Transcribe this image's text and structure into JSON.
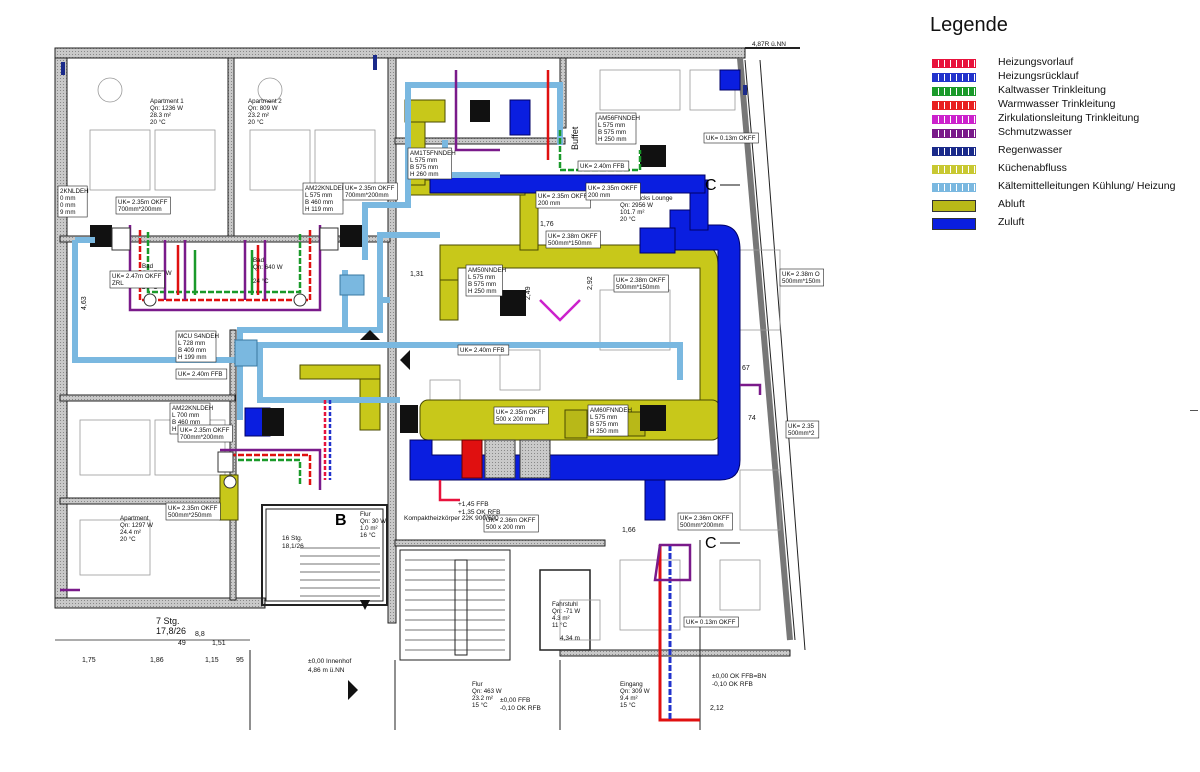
{
  "legend": {
    "title": "Legende",
    "items": [
      {
        "label": "Heizungsvorlauf",
        "color": "#e8123c",
        "style": "dashed-line"
      },
      {
        "label": "Heizungsrücklauf",
        "color": "#2233cc",
        "style": "dashed-line"
      },
      {
        "label": "Kaltwasser Trinkleitung",
        "color": "#1a9a2a",
        "style": "dashed-line"
      },
      {
        "label": "Warmwasser Trinkleitung",
        "color": "#e82020",
        "style": "dashed-line"
      },
      {
        "label": "Zirkulationsleitung Trinkleitung",
        "color": "#cc22cc",
        "style": "dashed-line"
      },
      {
        "label": "Schmutzwasser",
        "color": "#7a1a8a",
        "style": "dashed-line"
      },
      {
        "label": "Regenwasser",
        "color": "#1a2a8a",
        "style": "dashed-line"
      },
      {
        "label": "Küchenabfluss",
        "color": "#c8c832",
        "style": "dashed-line"
      },
      {
        "label": "Kältemittelleitungen Kühlung/ Heizung",
        "color": "#7ab8e0",
        "style": "dashed-line"
      },
      {
        "label": "Abluft",
        "color": "#b8b818",
        "style": "solid-block"
      },
      {
        "label": "Zuluft",
        "color": "#0a1ee0",
        "style": "solid-block"
      }
    ]
  },
  "plan": {
    "rooms": [
      {
        "id": "apt1",
        "lines": [
          "Apartment 1",
          "Qn: 1236 W",
          "28.3 m²",
          "20 °C"
        ]
      },
      {
        "id": "apt2",
        "lines": [
          "Apartment 2",
          "Qn: 809 W",
          "23.2 m²",
          "20 °C"
        ]
      },
      {
        "id": "apt3",
        "lines": [
          "Apartment",
          "Qn: 1297 W",
          "24.4 m²",
          "20 °C"
        ]
      },
      {
        "id": "lounge",
        "lines": [
          "Frühstücks Lounge",
          "Qn: 2956 W",
          "101.7 m²",
          "20 °C"
        ]
      },
      {
        "id": "flur1",
        "lines": [
          "Flur",
          "Qn: 30 W",
          "1.0 m²",
          "16 °C"
        ]
      },
      {
        "id": "flur2",
        "lines": [
          "Flur",
          "Qn: 463 W",
          "23.2 m²",
          "15 °C"
        ]
      },
      {
        "id": "fahrstuhl",
        "lines": [
          "Fahrstuhl",
          "Qn: -71 W",
          "4.3 m²",
          "11 °C"
        ]
      },
      {
        "id": "eingang",
        "lines": [
          "Eingang",
          "Qn: 309 W",
          "9.4 m²",
          "15 °C"
        ]
      },
      {
        "id": "bad1",
        "lines": [
          "Bad",
          "Qn: 733 W",
          "",
          "24 °C"
        ]
      },
      {
        "id": "bad2",
        "lines": [
          "Bad",
          "Qn: 640 W",
          "",
          "24 °C"
        ]
      }
    ],
    "units": [
      {
        "id": "am1",
        "lines": [
          "AM1T5FNNDEH",
          "L 575 mm",
          "B 575 mm",
          "H 260 mm"
        ]
      },
      {
        "id": "am2",
        "lines": [
          "AM22KNLDEH",
          "L 575 mm",
          "B 460 mm",
          "H 119 mm"
        ]
      },
      {
        "id": "am3",
        "lines": [
          "AM56FNNDEH",
          "L 575 mm",
          "B 575 mm",
          "H 250 mm"
        ]
      },
      {
        "id": "am4",
        "lines": [
          "AM50NNDEH",
          "L 575 mm",
          "B 575 mm",
          "H 250 mm"
        ]
      },
      {
        "id": "am5",
        "lines": [
          "AM60FNNDEH",
          "L 575 mm",
          "B 575 mm",
          "H 250 mm"
        ]
      },
      {
        "id": "am6",
        "lines": [
          "AM22KNLDEH",
          "L 700 mm",
          "B 460 mm",
          "H 119 mm"
        ]
      },
      {
        "id": "mcu",
        "lines": [
          "MCU S4NDEH",
          "L 728 mm",
          "B 409 mm",
          "H 199 mm"
        ]
      },
      {
        "id": "am7",
        "lines": [
          "2KNLDEH",
          "0 mm",
          "0 mm",
          "9 mm"
        ]
      }
    ],
    "ducts": [
      {
        "id": "d1",
        "lines": [
          "UK= 2.35m OKFF",
          "700mm*200mm"
        ]
      },
      {
        "id": "d2",
        "lines": [
          "UK= 2.35m OKFF",
          "700mm*200mm"
        ]
      },
      {
        "id": "d3",
        "lines": [
          "UK= 2.35m OKFF",
          "200 mm"
        ]
      },
      {
        "id": "d4",
        "lines": [
          "UK= 2.35m OKFF",
          "200 mm"
        ]
      },
      {
        "id": "d5",
        "lines": [
          "UK= 2.38m OKFF",
          "500mm*150mm"
        ]
      },
      {
        "id": "d6",
        "lines": [
          "UK= 2.38m OKFF",
          "500mm*150mm"
        ]
      },
      {
        "id": "d7",
        "lines": [
          "UK= 2.38m O",
          "500mm*150m"
        ]
      },
      {
        "id": "d8",
        "lines": [
          "UK= 2.35m OKFF",
          "500 x 200 mm"
        ]
      },
      {
        "id": "d9",
        "lines": [
          "UK= 2.35m OKFF",
          "700mm*200mm"
        ]
      },
      {
        "id": "d10",
        "lines": [
          "UK= 2.35m OKFF",
          "500mm*250mm"
        ]
      },
      {
        "id": "d11",
        "lines": [
          "UK= 2.36m OKFF",
          "500 x 200 mm"
        ]
      },
      {
        "id": "d12",
        "lines": [
          "UK= 2.36m OKFF",
          "500mm*200mm"
        ]
      },
      {
        "id": "d13",
        "lines": [
          "UK= 2.35",
          "500mm*2"
        ]
      },
      {
        "id": "d14",
        "lines": [
          "UK= 2.47m OKFF",
          "ZRL"
        ]
      },
      {
        "id": "d15",
        "lines": [
          "UK= 2.40m FFB"
        ]
      },
      {
        "id": "d16",
        "lines": [
          "UK= 2.40m FFB"
        ]
      },
      {
        "id": "d17",
        "lines": [
          "UK= 2.40m FFB"
        ]
      },
      {
        "id": "d18",
        "lines": [
          "UK= 0.13m OKFF"
        ]
      },
      {
        "id": "d19",
        "lines": [
          "UK= 0.13m OKFF"
        ]
      }
    ],
    "notes": [
      {
        "id": "n_buffet",
        "text": "Buffet"
      },
      {
        "id": "n_kompakt",
        "text": "Kompaktheizkörper 22K 900/600"
      },
      {
        "id": "n_ffb1",
        "text": "+1,45 FFB"
      },
      {
        "id": "n_ffb2",
        "text": "+1,35 OK RFB"
      },
      {
        "id": "n_innen",
        "text": "±0,00 Innenhof"
      },
      {
        "id": "n_nn",
        "text": "4,86 m ü.NN"
      },
      {
        "id": "n_ffb3",
        "text": "±0,00 FFB"
      },
      {
        "id": "n_rfb3",
        "text": "-0,10 OK RFB"
      },
      {
        "id": "n_ffb4",
        "text": "±0,00 OK FFB=BN"
      },
      {
        "id": "n_rfb4",
        "text": "-0,10 OK RFB"
      },
      {
        "id": "n_stg",
        "text": "7 Stg."
      },
      {
        "id": "n_stg_val",
        "text": "17,8/26"
      },
      {
        "id": "n_stg2",
        "text": "16 Stg."
      },
      {
        "id": "n_stg2_val",
        "text": "18,1/26"
      },
      {
        "id": "n_434",
        "text": "4,34 m"
      },
      {
        "id": "n_top",
        "text": "4,87R ü.NN"
      }
    ],
    "dims": [
      "1,75",
      "1,86",
      "1,15",
      "95",
      "4,63",
      "1,31",
      "1,76",
      "2,49",
      "2,92",
      "74",
      "67",
      "1,66",
      "2,12",
      "1,51",
      "49",
      "8,8"
    ],
    "markers": [
      "B",
      "C",
      "C"
    ]
  }
}
